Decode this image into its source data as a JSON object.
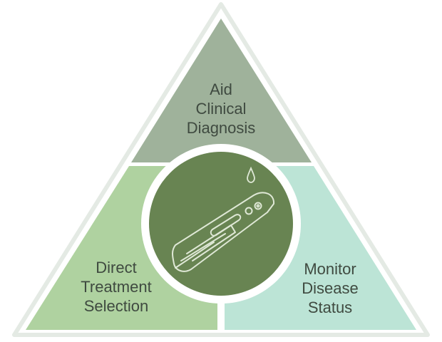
{
  "segments": {
    "top": {
      "lines": [
        "Aid",
        "Clinical",
        "Diagnosis"
      ]
    },
    "left": {
      "lines": [
        "Direct",
        "Treatment",
        "Selection"
      ]
    },
    "right": {
      "lines": [
        "Monitor",
        "Disease",
        "Status"
      ]
    }
  },
  "center": {
    "icon": "test-strip-device-icon"
  },
  "colors": {
    "top": "#9fb29b",
    "left": "#afd2a0",
    "right": "#bce4d6",
    "center": "#688452",
    "outline": "#dfe6df",
    "text": "#3f4a40"
  }
}
